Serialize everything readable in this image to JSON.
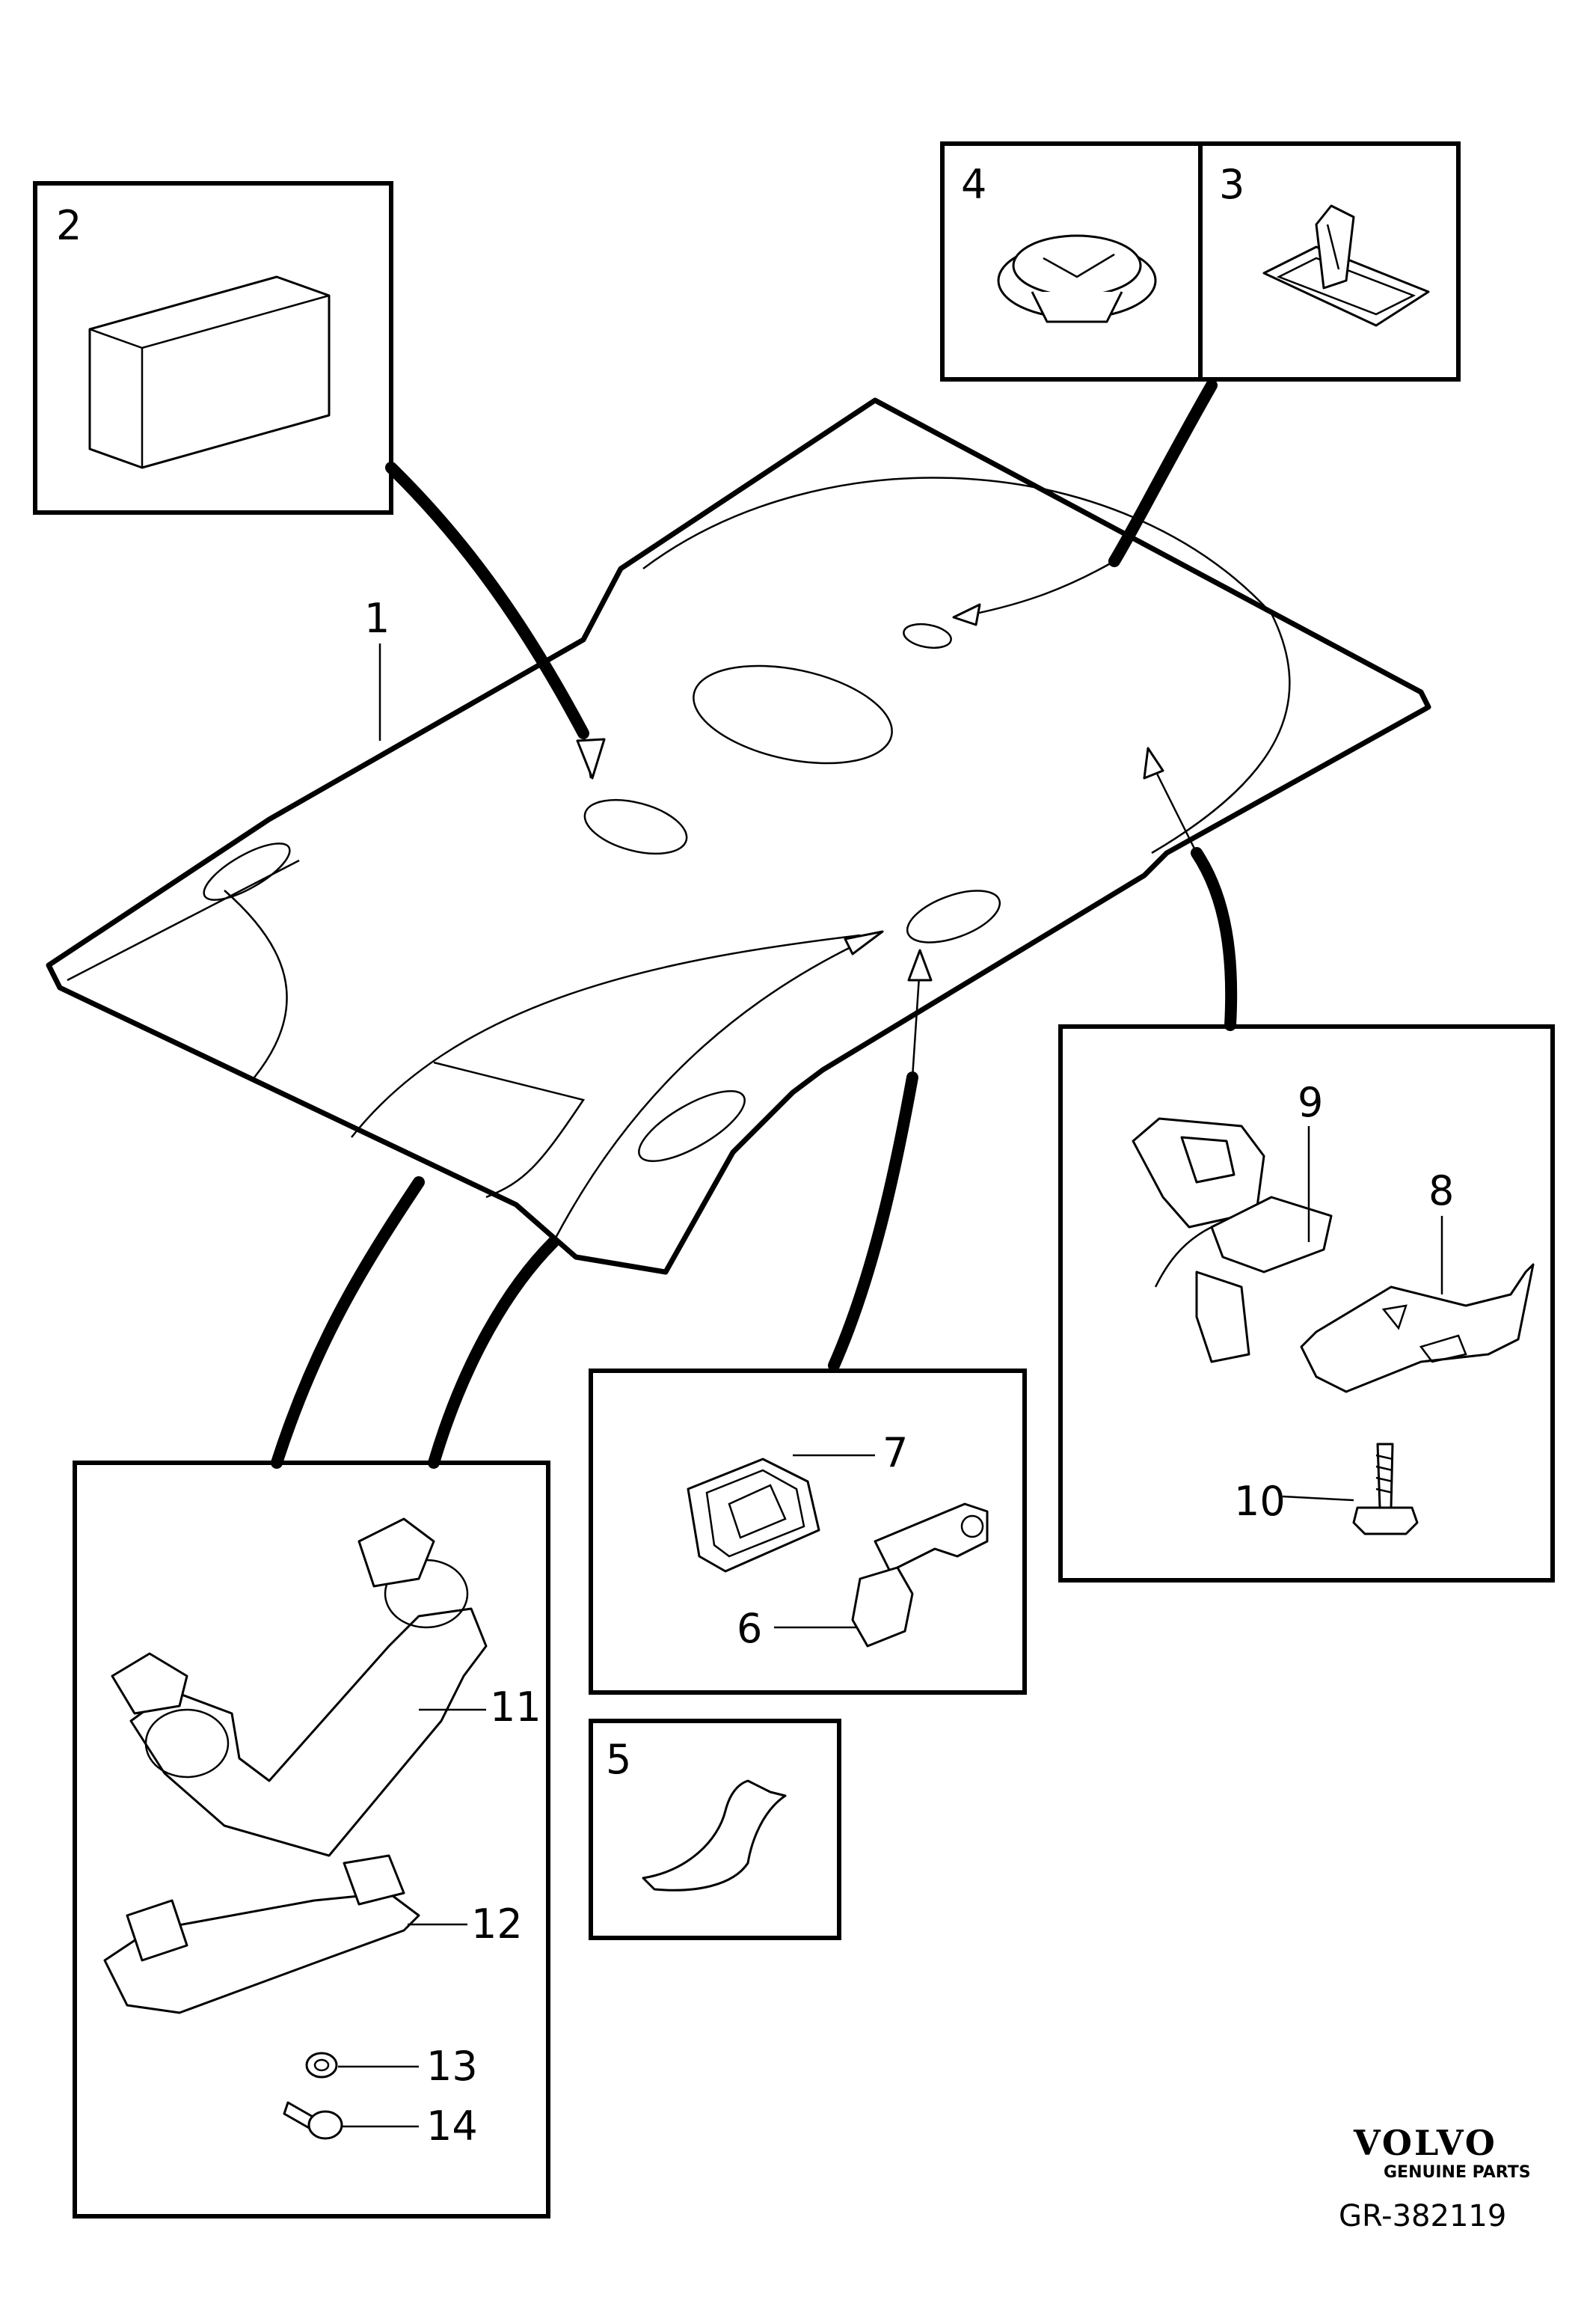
{
  "callouts": {
    "c1": "1",
    "c2": "2",
    "c3": "3",
    "c4": "4",
    "c5": "5",
    "c6": "6",
    "c7": "7",
    "c8": "8",
    "c9": "9",
    "c10": "10",
    "c11": "11",
    "c12": "12",
    "c13": "13",
    "c14": "14"
  },
  "branding": {
    "name": "VOLVO",
    "tagline": "GENUINE PARTS",
    "reference": "GR-382119"
  }
}
